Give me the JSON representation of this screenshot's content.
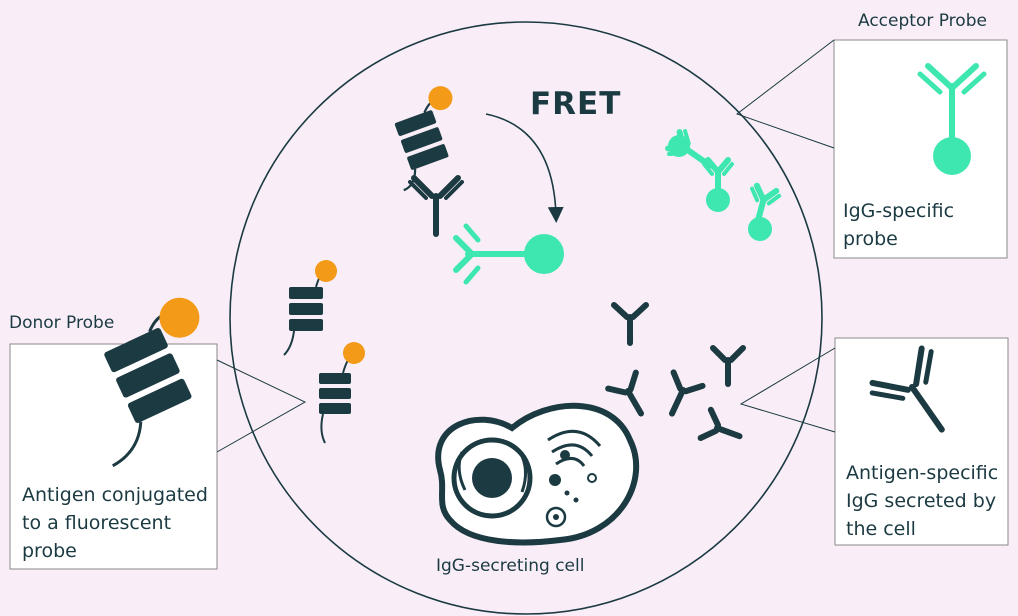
{
  "fret_label": "FRET",
  "acceptor": {
    "title": "Acceptor Probe",
    "desc_line1": "IgG-specific",
    "desc_line2": "probe"
  },
  "donor": {
    "title": "Donor Probe",
    "desc_line1": "Antigen conjugated",
    "desc_line2": "to a fluorescent",
    "desc_line3": "probe"
  },
  "igg": {
    "desc_line1": "Antigen-specific",
    "desc_line2": "IgG secreted by",
    "desc_line3": "the cell"
  },
  "cell_label": "IgG-secreting cell",
  "colors": {
    "dark": "#1b3a42",
    "teal": "#3ee7b0",
    "orange": "#f39a18",
    "background": "#f9eef7"
  }
}
